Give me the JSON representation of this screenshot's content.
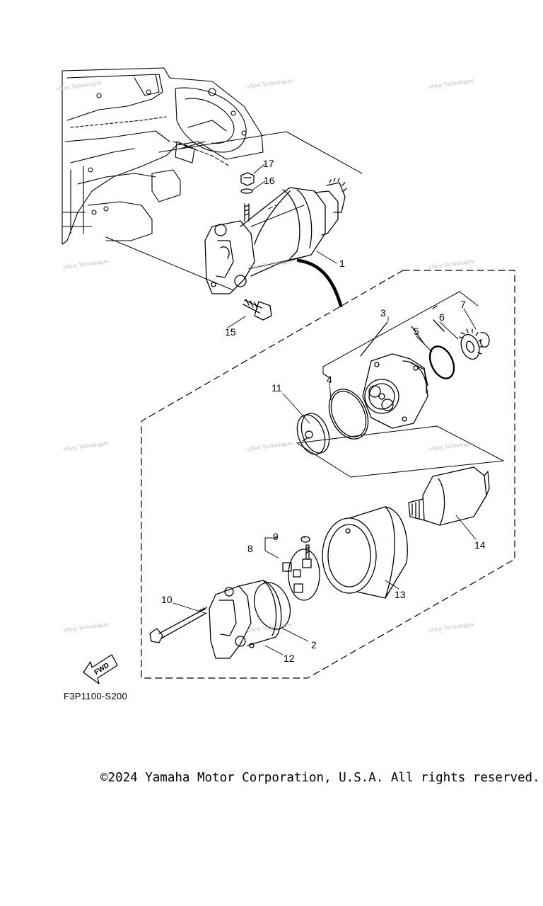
{
  "diagram": {
    "callouts": [
      "1",
      "2",
      "3",
      "4",
      "5",
      "6",
      "7",
      "8",
      "9",
      "10",
      "11",
      "12",
      "13",
      "14",
      "15",
      "16",
      "17"
    ],
    "fwd_label": "FWD",
    "code": "F3P1100-S200",
    "watermark": "vNext Technologies"
  },
  "footer": {
    "copyright": "©2024 Yamaha Motor Corporation, U.S.A. All rights reserved."
  }
}
